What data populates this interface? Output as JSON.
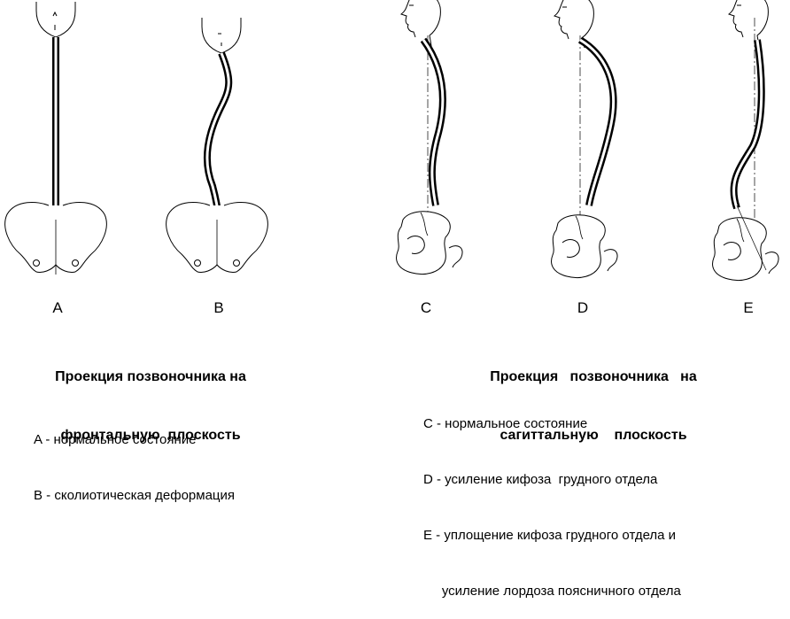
{
  "figure_labels": [
    "A",
    "B",
    "C",
    "D",
    "E"
  ],
  "frontal": {
    "caption_line1": "Проекция позвоночника на",
    "caption_line2": "фронтальную  плоскость",
    "legend": [
      "A - нормальное состояние",
      "B - сколиотическая деформация"
    ]
  },
  "sagittal": {
    "caption_line1": "Проекция   позвоночника   на",
    "caption_line2": "сагиттальную    плоскость",
    "legend": [
      "C - нормальное состояние",
      "D - усиление кифоза  грудного отдела",
      "E - уплощение кифоза грудного отдела и",
      "     усиление лордоза поясничного отдела"
    ]
  }
}
